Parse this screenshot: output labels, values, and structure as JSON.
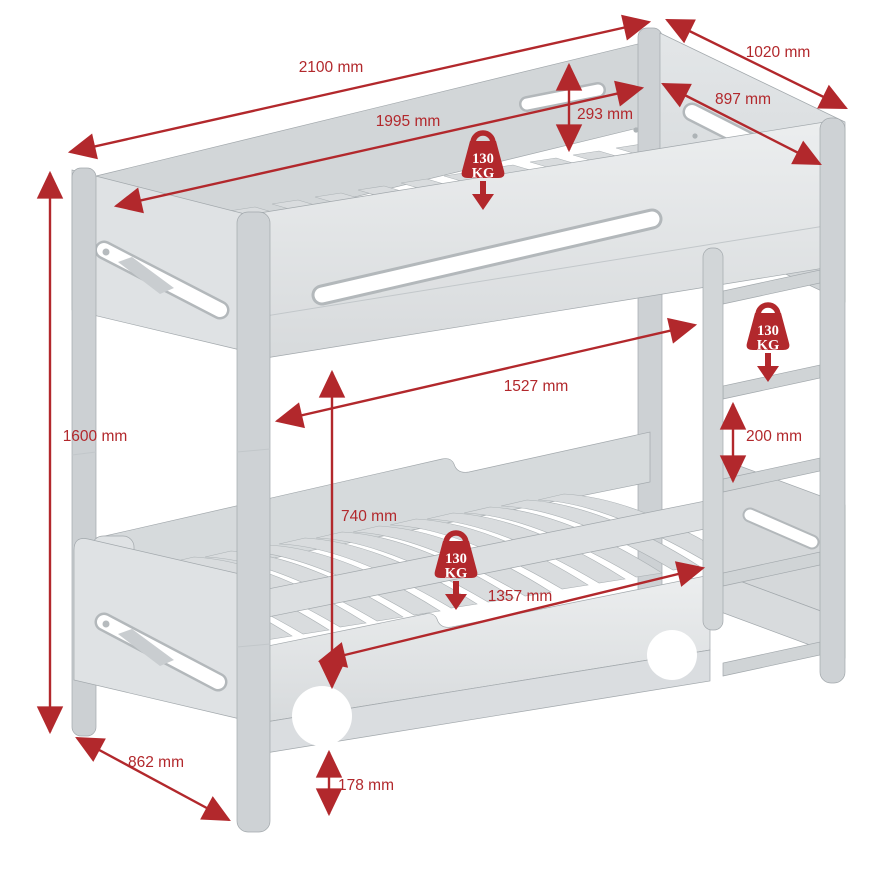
{
  "diagram": {
    "accent_color": "#b2282c",
    "bed_color": "#dfe2e4",
    "dimensions": {
      "overall_length": "2100 mm",
      "internal_length": "1995 mm",
      "overall_width": "1020 mm",
      "internal_width": "897 mm",
      "guardrail_height": "293 mm",
      "overall_height": "1600 mm",
      "under_top_bunk_length": "1527 mm",
      "bunk_clearance_height": "740 mm",
      "ladder_step_spacing": "200 mm",
      "lower_bed_internal_length": "1357 mm",
      "base_depth": "862 mm",
      "under_bed_clearance": "178 mm"
    },
    "weight_badges": [
      {
        "value": "130",
        "unit": "KG"
      },
      {
        "value": "130",
        "unit": "KG"
      },
      {
        "value": "130",
        "unit": "KG"
      }
    ]
  }
}
